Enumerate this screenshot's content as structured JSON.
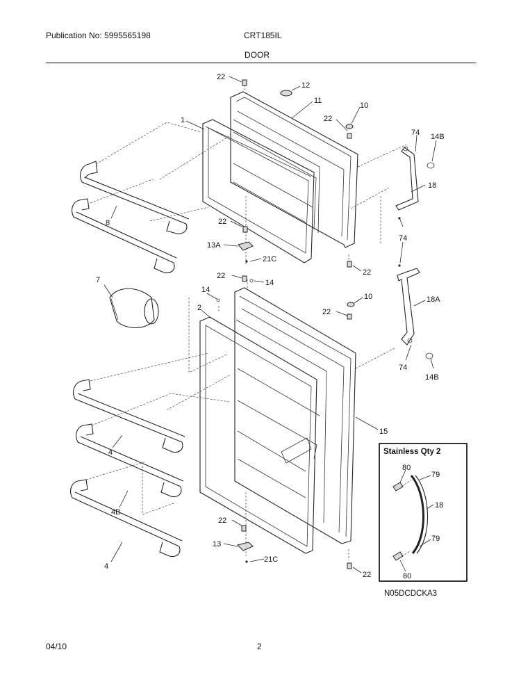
{
  "header": {
    "publication": "Publication No: 5995565198",
    "model": "CRT185IL",
    "section": "DOOR"
  },
  "footer": {
    "date": "04/10",
    "page": "2"
  },
  "diagram_code": "N05DCDCKA3",
  "inset": {
    "title": "Stainless Qty 2",
    "labels": [
      "80",
      "79",
      "18",
      "79",
      "80"
    ]
  },
  "callouts": {
    "c22a": "22",
    "c12": "12",
    "c11": "11",
    "c10a": "10",
    "c22b": "22",
    "c1": "1",
    "c74a": "74",
    "c14Ba": "14B",
    "c18": "18",
    "c8": "8",
    "c22c": "22",
    "c74b": "74",
    "c13A": "13A",
    "c21Ca": "21C",
    "c22d": "22",
    "c7": "7",
    "c22e": "22",
    "c14a": "14",
    "c14b": "14",
    "c2": "2",
    "c10b": "10",
    "c22f": "22",
    "c18A": "18A",
    "c74c": "74",
    "c14Bb": "14B",
    "c15": "15",
    "c4a": "4",
    "c4B": "4B",
    "c4b": "4",
    "c22g": "22",
    "c13": "13",
    "c21Cb": "21C",
    "c22h": "22"
  }
}
